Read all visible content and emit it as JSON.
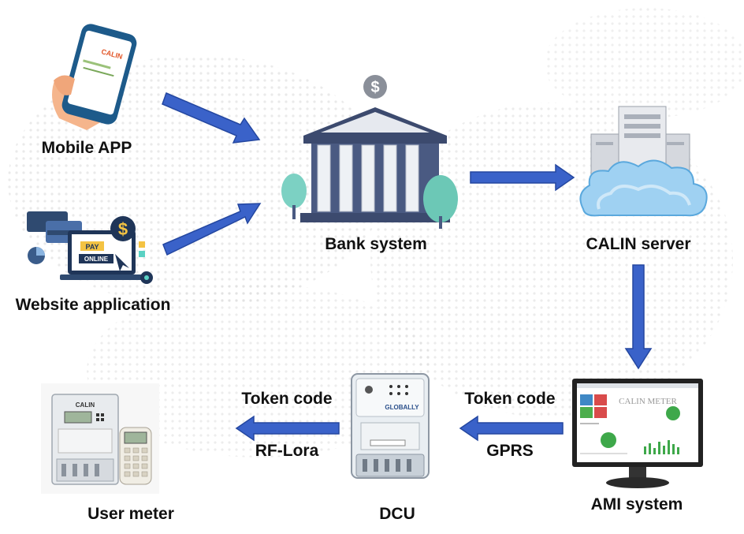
{
  "nodes": {
    "mobile_app": {
      "label": "Mobile APP"
    },
    "website_app": {
      "label": "Website application",
      "pay_text": "PAY",
      "online_text": "ONLINE"
    },
    "bank": {
      "label": "Bank system"
    },
    "calin_server": {
      "label": "CALIN server"
    },
    "ami": {
      "label": "AMI system",
      "screen_text": "CALIN METER"
    },
    "dcu": {
      "label": "DCU",
      "brand": "GLOBALLY"
    },
    "user_meter": {
      "label": "User meter",
      "brand": "CALIN"
    }
  },
  "edges": {
    "ami_to_dcu": {
      "top": "Token code",
      "bottom": "GPRS"
    },
    "dcu_to_meter": {
      "top": "Token code",
      "bottom": "RF-Lora"
    }
  },
  "colors": {
    "arrow": "#3a62c9",
    "arrow_stroke": "#2447a0",
    "bank": "#3c4a6e",
    "cloud": "#9fd1f2"
  }
}
